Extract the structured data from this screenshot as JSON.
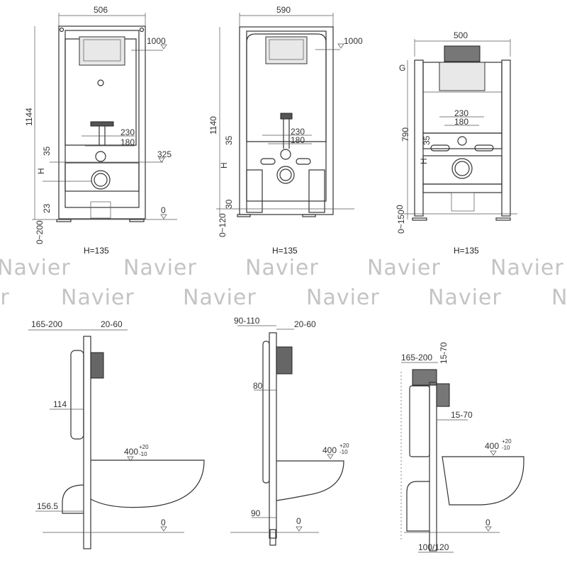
{
  "front_views": [
    {
      "width": "506",
      "flush_height": "1000",
      "height": "1144",
      "dim_a": "230",
      "dim_b": "180",
      "dim_c": "325",
      "dim_35": "35",
      "h": "H",
      "dim_23": "23",
      "zero": "0",
      "adjust": "0~200",
      "caption": "H=135"
    },
    {
      "width": "590",
      "flush_height": "1000",
      "height": "1140",
      "dim_a": "230",
      "dim_b": "180",
      "dim_35": "35",
      "h": "H",
      "dim_30": "30",
      "adjust": "0~120",
      "caption": "H=135"
    },
    {
      "width": "500",
      "height": "790",
      "dim_a": "230",
      "dim_b": "180",
      "dim_35": "35",
      "h": "H",
      "zero": "0",
      "adjust": "0~150",
      "caption": "H=135",
      "g_mark": "G"
    }
  ],
  "watermark": "Navier",
  "side_views": [
    {
      "depth": "165-200",
      "wall": "20-60",
      "dim_114": "114",
      "seat": "400",
      "tol_plus": "+20",
      "tol_minus": "-10",
      "dim_low": "156.5",
      "zero": "0"
    },
    {
      "depth": "90-110",
      "wall": "20-60",
      "dim_80": "80",
      "seat": "400",
      "tol_plus": "+20",
      "tol_minus": "-10",
      "dim_90": "90",
      "zero": "0"
    },
    {
      "depth": "165-200",
      "wall_top": "15-70",
      "wall": "15-70",
      "seat": "400",
      "tol_plus": "+20",
      "tol_minus": "-10",
      "zero": "0",
      "leg": "100/120"
    }
  ]
}
